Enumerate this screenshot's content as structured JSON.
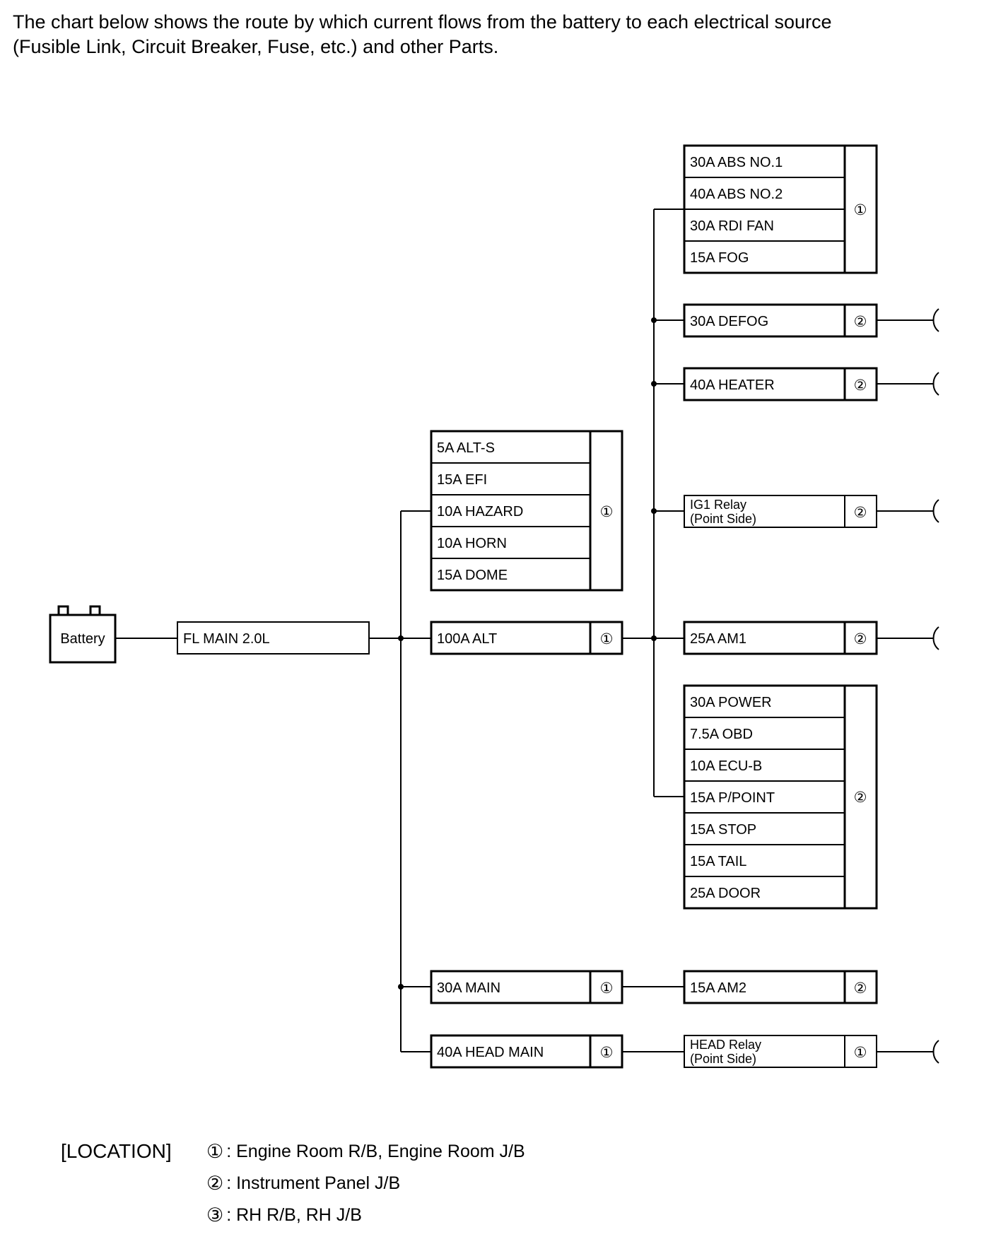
{
  "intro": {
    "line1": "The chart below shows the route by which current flows from the battery to each electrical source",
    "line2": "(Fusible Link, Circuit Breaker, Fuse, etc.) and other Parts."
  },
  "battery": {
    "label": "Battery"
  },
  "fl_main": {
    "label": "FL MAIN 2.0L"
  },
  "group_a": {
    "fuses": [
      "5A ALT-S",
      "15A EFI",
      "10A HAZARD",
      "10A HORN",
      "15A DOME"
    ],
    "location": "①"
  },
  "alt": {
    "label": "100A ALT",
    "location": "①"
  },
  "main30": {
    "label": "30A MAIN",
    "location": "①"
  },
  "head_main": {
    "label": "40A HEAD MAIN",
    "location": "①"
  },
  "group_b": {
    "fuses": [
      "30A ABS NO.1",
      "40A ABS NO.2",
      "30A RDI FAN",
      "15A FOG"
    ],
    "location": "①"
  },
  "defog": {
    "label": "30A DEFOG",
    "location": "②"
  },
  "heater": {
    "label": "40A HEATER",
    "location": "②"
  },
  "ig1": {
    "line1": "IG1 Relay",
    "line2": "(Point Side)",
    "location": "②"
  },
  "am1": {
    "label": "25A AM1",
    "location": "②"
  },
  "group_c": {
    "fuses": [
      "30A POWER",
      "7.5A OBD",
      "10A ECU-B",
      "15A P/POINT",
      "15A STOP",
      "15A TAIL",
      "25A DOOR"
    ],
    "location": "②"
  },
  "am2": {
    "label": "15A AM2",
    "location": "②"
  },
  "head_relay": {
    "line1": "HEAD Relay",
    "line2": "(Point Side)",
    "location": "①"
  },
  "legend": {
    "heading": "[LOCATION]",
    "items": [
      {
        "num": "①",
        "text": ": Engine Room R/B, Engine Room J/B"
      },
      {
        "num": "②",
        "text": ": Instrument Panel J/B"
      },
      {
        "num": "③",
        "text": ": RH R/B, RH J/B"
      }
    ]
  }
}
